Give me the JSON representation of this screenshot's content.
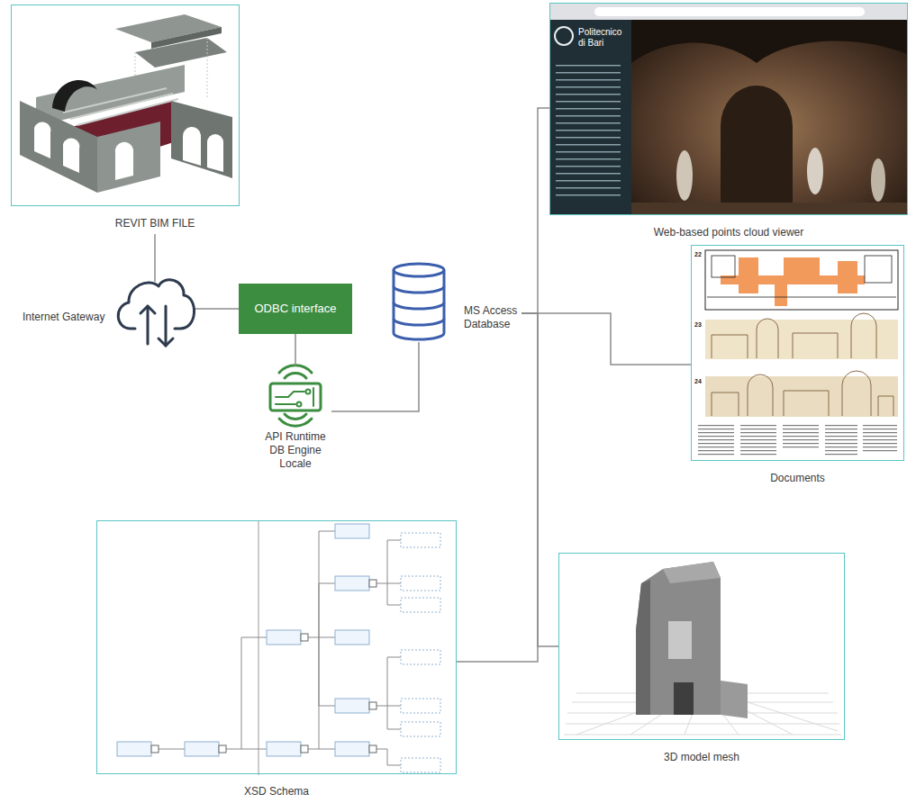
{
  "diagram": {
    "nodes": [
      {
        "text": [
          "REVIT BIM FILE"
        ]
      },
      {
        "text": [
          "Internet Gateway"
        ]
      },
      {
        "text": [
          "ODBC interface"
        ]
      },
      {
        "text": [
          "API Runtime DB Engine Locale"
        ]
      },
      {
        "text": [
          "MS Access Database"
        ]
      },
      {
        "text": [
          "Web-based points cloud viewer"
        ]
      },
      {
        "text": [
          "Documents"
        ]
      },
      {
        "text": [
          "XSD Schema"
        ]
      },
      {
        "text": [
          "3D model mesh"
        ]
      }
    ],
    "edges": [
      {
        "from": 0,
        "to": 1,
        "arrow": "none"
      },
      {
        "from": 1,
        "to": 2,
        "arrow": "none"
      },
      {
        "from": 2,
        "to": 3,
        "arrow": "none"
      },
      {
        "from": 3,
        "to": 4,
        "arrow": "none"
      },
      {
        "from": 4,
        "to": 5,
        "arrow": "none"
      },
      {
        "from": 4,
        "to": 6,
        "arrow": "none"
      },
      {
        "from": 4,
        "to": 7,
        "arrow": "none"
      },
      {
        "from": 4,
        "to": 8,
        "arrow": "none"
      }
    ],
    "labels": [
      "Politecnico di Bari",
      "22",
      "23",
      "24"
    ]
  }
}
